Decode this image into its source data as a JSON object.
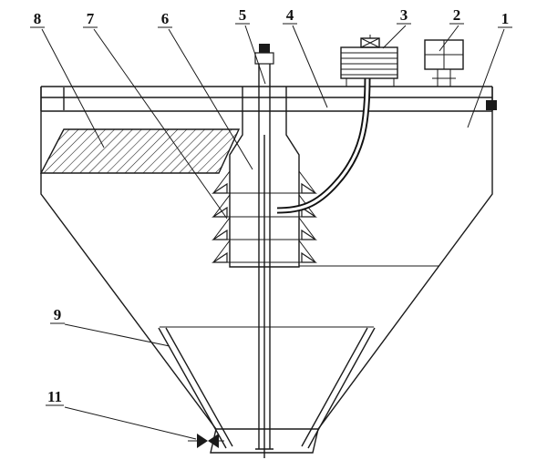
{
  "diagram": {
    "kind": "technical-sectional-drawing",
    "subject": "conical settling tank with central shaft, drive unit and numbered part callouts",
    "colors": {
      "background": "#ffffff",
      "line": "#1a1a1a"
    },
    "callouts": [
      {
        "text": "8"
      },
      {
        "text": "7"
      },
      {
        "text": "6"
      },
      {
        "text": "5"
      },
      {
        "text": "4"
      },
      {
        "text": "3"
      },
      {
        "text": "2"
      },
      {
        "text": "1"
      },
      {
        "text": "9"
      },
      {
        "text": "11"
      }
    ]
  }
}
